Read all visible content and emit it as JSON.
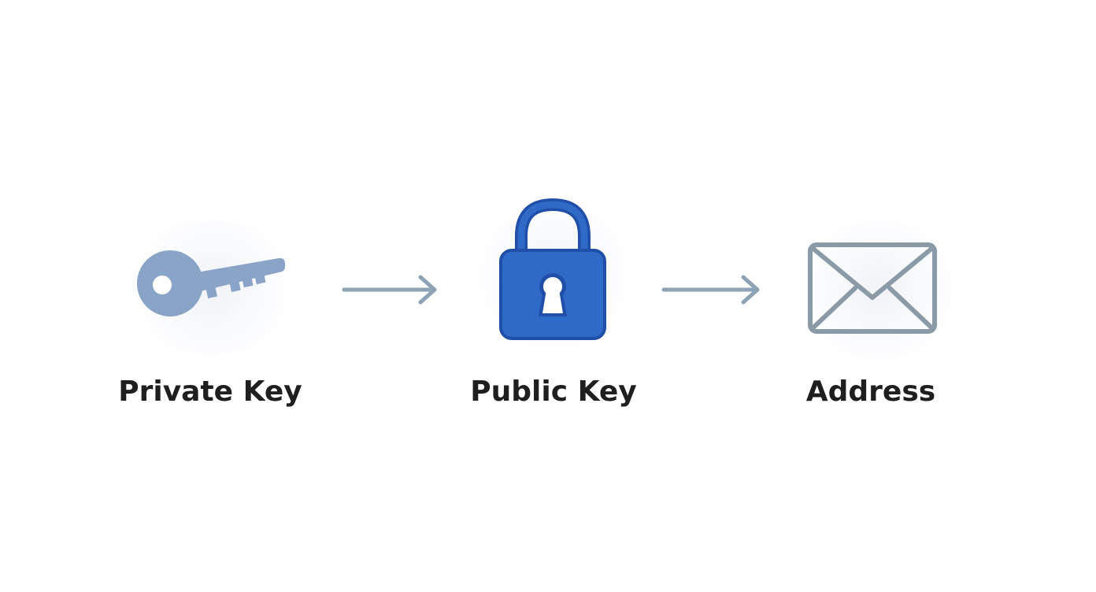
{
  "nodes": [
    {
      "label": "Private Key",
      "icon": "key-icon",
      "color": "#8aa4c8"
    },
    {
      "label": "Public Key",
      "icon": "padlock-icon",
      "color": "#2f6ac6"
    },
    {
      "label": "Address",
      "icon": "envelope-icon",
      "color": "#8a9aa6"
    }
  ],
  "arrow_color": "#8da3b5",
  "text_color": "#1f1f1f"
}
